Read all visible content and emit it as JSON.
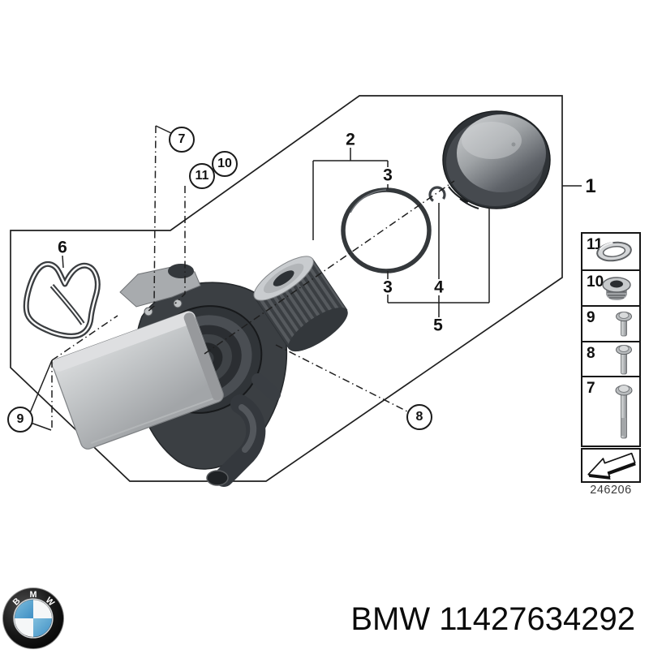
{
  "colors": {
    "background": "#ffffff",
    "line": "#1f1f1f",
    "logo_blue": "#5aa7d6"
  },
  "diagram": {
    "callouts": {
      "c1": "1",
      "c2": "2",
      "c3_top": "3",
      "c3_bottom": "3",
      "c4": "4",
      "c5": "5",
      "c6": "6",
      "c7": "7",
      "c8": "8",
      "c9": "9",
      "c10": "10",
      "c11": "11"
    }
  },
  "sidebar": {
    "items": [
      {
        "label": "11",
        "icon": "sealing-washer-icon"
      },
      {
        "label": "10",
        "icon": "screw-plug-icon"
      },
      {
        "label": "9",
        "icon": "bolt-short-icon"
      },
      {
        "label": "8",
        "icon": "bolt-medium-icon"
      },
      {
        "label": "7",
        "icon": "bolt-long-icon"
      }
    ],
    "code": "246206"
  },
  "footer": {
    "brand": "BMW",
    "part_number": "11427634292",
    "logo": {
      "b": "B",
      "m": "M",
      "w": "W"
    }
  }
}
